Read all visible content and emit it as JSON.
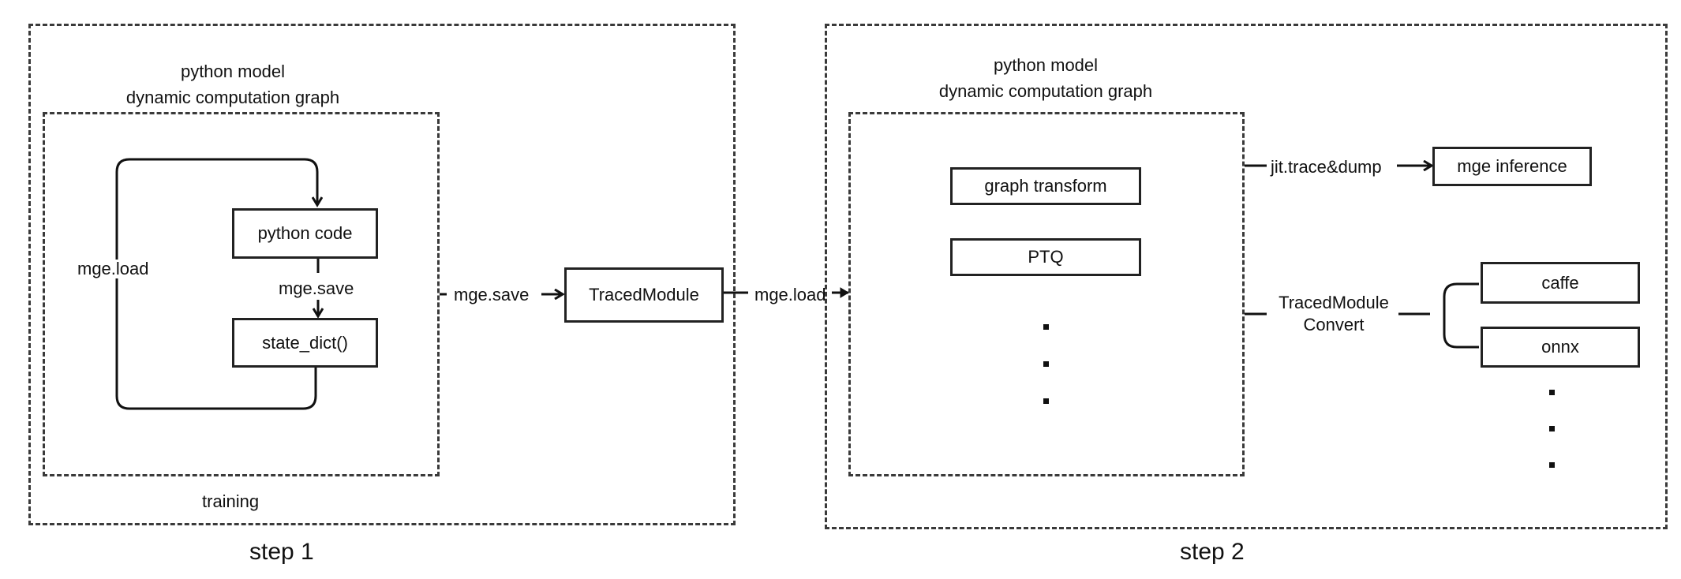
{
  "step1": {
    "title": "step 1",
    "graph_label": [
      "python model",
      "dynamic computation graph"
    ],
    "python_code": "python code",
    "state_dict": "state_dict()",
    "mge_save_inner": "mge.save",
    "mge_load_loop": "mge.load",
    "training": "training",
    "mge_save_out": "mge.save",
    "traced_module": "TracedModule",
    "mge_load_out": "mge.load"
  },
  "step2": {
    "title": "step 2",
    "graph_label": [
      "python model",
      "dynamic computation graph"
    ],
    "graph_transform": "graph transform",
    "ptq": "PTQ",
    "jit_label": "jit.trace&dump",
    "mge_inference": "mge inference",
    "convert_label": [
      "TracedModule",
      "Convert"
    ],
    "caffe": "caffe",
    "onnx": "onnx"
  }
}
